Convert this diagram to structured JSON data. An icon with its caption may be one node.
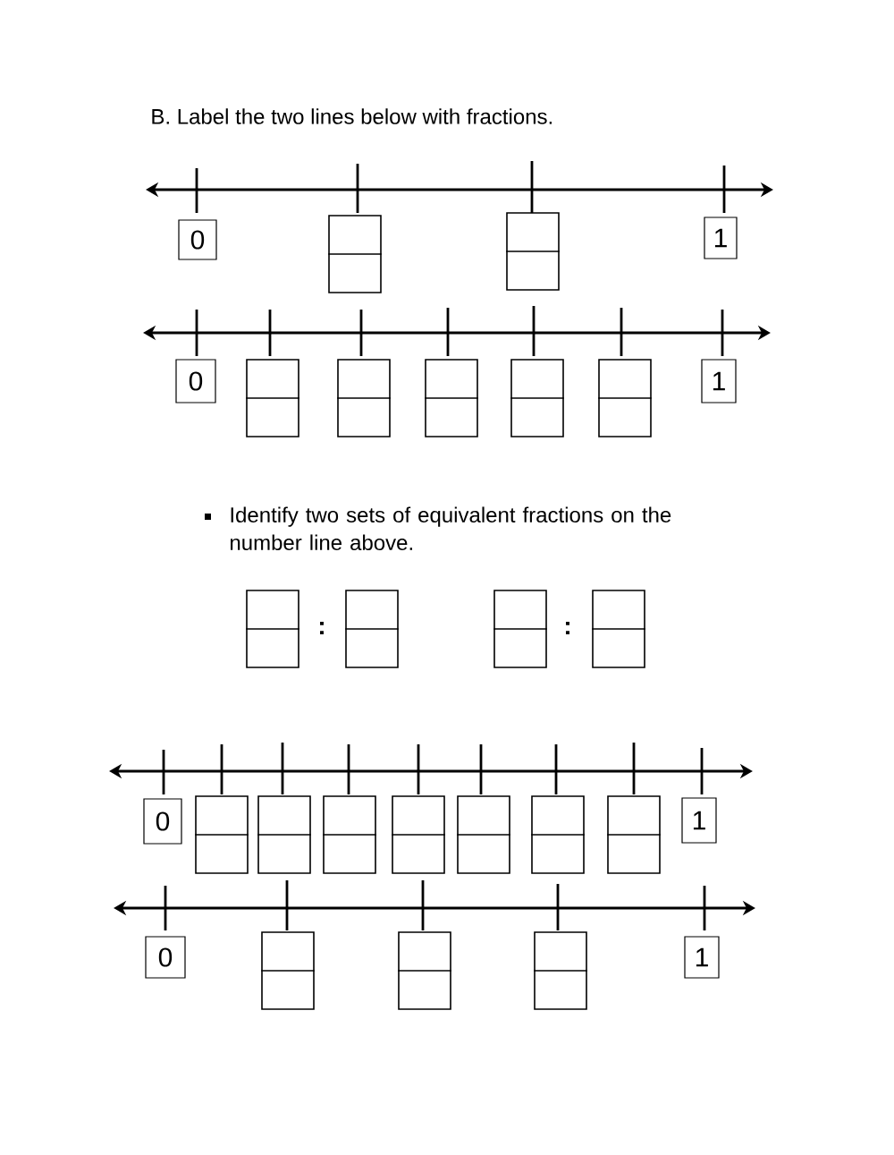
{
  "diagram": {
    "title": "B. Label the two lines below with fractions.",
    "nodes": [
      {
        "text": [
          "0"
        ]
      },
      {
        "text": [],
        "shape": "box"
      },
      {
        "text": [],
        "shape": "box"
      },
      {
        "text": [
          "1"
        ]
      },
      {
        "text": [
          "0"
        ]
      },
      {
        "text": [],
        "shape": "box"
      },
      {
        "text": [],
        "shape": "box"
      },
      {
        "text": [],
        "shape": "box"
      },
      {
        "text": [],
        "shape": "box"
      },
      {
        "text": [],
        "shape": "box"
      },
      {
        "text": [
          "1"
        ]
      },
      {
        "text": [],
        "shape": "box"
      },
      {
        "text": [],
        "shape": "box"
      },
      {
        "text": [],
        "shape": "box"
      },
      {
        "text": [],
        "shape": "box"
      },
      {
        "text": [
          "0"
        ]
      },
      {
        "text": [],
        "shape": "box"
      },
      {
        "text": [],
        "shape": "box"
      },
      {
        "text": [],
        "shape": "box"
      },
      {
        "text": [],
        "shape": "box"
      },
      {
        "text": [],
        "shape": "box"
      },
      {
        "text": [],
        "shape": "box"
      },
      {
        "text": [],
        "shape": "box"
      },
      {
        "text": [
          "1"
        ]
      },
      {
        "text": [
          "0"
        ]
      },
      {
        "text": [],
        "shape": "box"
      },
      {
        "text": [],
        "shape": "box"
      },
      {
        "text": [],
        "shape": "box"
      },
      {
        "text": [
          "1"
        ]
      }
    ],
    "labels": [
      "Identify two sets of equivalent fractions on the number line above.",
      ":",
      ":"
    ]
  }
}
